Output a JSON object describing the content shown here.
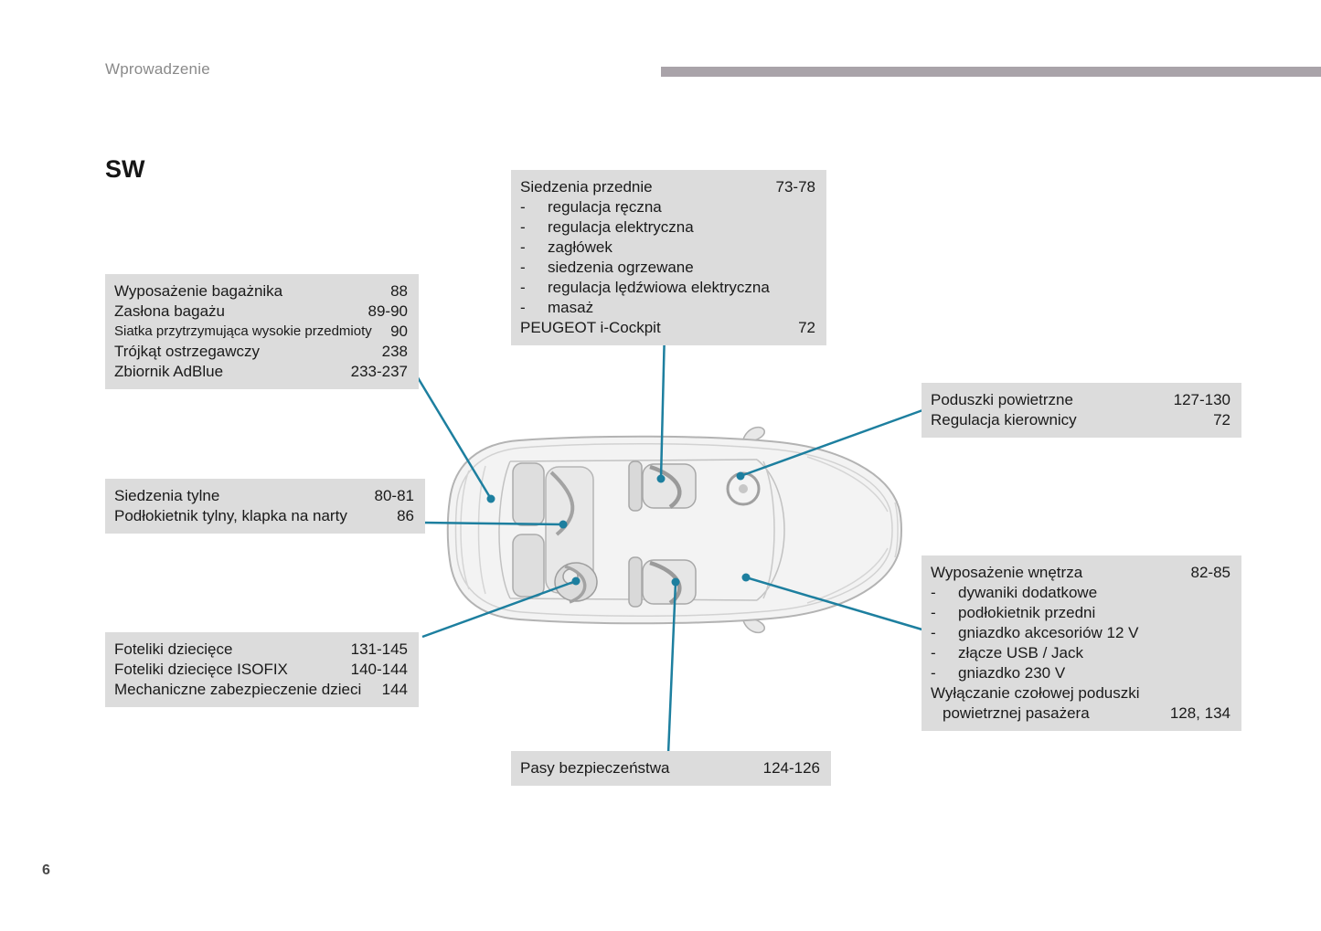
{
  "page": {
    "header": "Wprowadzenie",
    "title": "SW",
    "page_number": "6"
  },
  "colors": {
    "callout_line": "#1d7f9f",
    "box_background": "#dcdcdc",
    "header_bar": "#a9a3a9"
  },
  "boxes": {
    "front_seats": {
      "rows": [
        {
          "label": "Siedzenia przednie",
          "pages": "73-78"
        },
        {
          "bullet": "-",
          "label": "regulacja ręczna"
        },
        {
          "bullet": "-",
          "label": "regulacja elektryczna"
        },
        {
          "bullet": "-",
          "label": "zagłówek"
        },
        {
          "bullet": "-",
          "label": "siedzenia ogrzewane"
        },
        {
          "bullet": "-",
          "label": "regulacja lędźwiowa elektryczna"
        },
        {
          "bullet": "-",
          "label": "masaż"
        },
        {
          "label": "PEUGEOT i-Cockpit",
          "pages": "72"
        }
      ]
    },
    "luggage": {
      "rows": [
        {
          "label": "Wyposażenie bagażnika",
          "pages": "88"
        },
        {
          "label": "Zasłona bagażu",
          "pages": "89-90"
        },
        {
          "label": "Siatka przytrzymująca wysokie przedmioty",
          "pages": "90",
          "condensed": true
        },
        {
          "label": "Trójkąt ostrzegawczy",
          "pages": "238"
        },
        {
          "label": "Zbiornik AdBlue",
          "pages": "233-237"
        }
      ]
    },
    "airbags": {
      "rows": [
        {
          "label": "Poduszki powietrzne",
          "pages": "127-130"
        },
        {
          "label": "Regulacja kierownicy",
          "pages": "72"
        }
      ]
    },
    "rear_seats": {
      "rows": [
        {
          "label": "Siedzenia tylne",
          "pages": "80-81"
        },
        {
          "label": "Podłokietnik tylny, klapka na narty",
          "pages": "86"
        }
      ]
    },
    "interior": {
      "rows": [
        {
          "label": "Wyposażenie wnętrza",
          "pages": "82-85"
        },
        {
          "bullet": "-",
          "label": "dywaniki dodatkowe"
        },
        {
          "bullet": "-",
          "label": "podłokietnik przedni"
        },
        {
          "bullet": "-",
          "label": "gniazdko akcesoriów 12 V"
        },
        {
          "bullet": "-",
          "label": "złącze USB / Jack"
        },
        {
          "bullet": "-",
          "label": "gniazdko 230 V"
        },
        {
          "label": "Wyłączanie czołowej poduszki powietrznej pasażera",
          "pages": "128, 134",
          "hanging": true
        }
      ]
    },
    "child_seats": {
      "rows": [
        {
          "label": "Foteliki dziecięce",
          "pages": "131-145"
        },
        {
          "label": "Foteliki dziecięce ISOFIX",
          "pages": "140-144"
        },
        {
          "label": "Mechaniczne zabezpieczenie dzieci",
          "pages": "144"
        }
      ]
    },
    "seatbelts": {
      "rows": [
        {
          "label": "Pasy bezpieczeństwa",
          "pages": "124-126"
        }
      ]
    }
  }
}
